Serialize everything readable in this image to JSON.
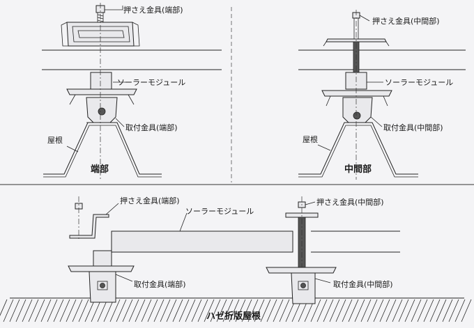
{
  "figure": {
    "top_left": {
      "clamp_label": "押さえ金具(端部)",
      "module_label": "ソーラーモジュール",
      "bracket_label": "取付金具(端部)",
      "roof_label": "屋根",
      "caption": "端部"
    },
    "top_right": {
      "clamp_label": "押さえ金具(中間部)",
      "module_label": "ソーラーモジュール",
      "bracket_label": "取付金具(中間部)",
      "roof_label": "屋根",
      "caption": "中間部"
    },
    "bottom": {
      "end_clamp_label": "押さえ金具(端部)",
      "mid_clamp_label": "押さえ金具(中間部)",
      "module_label": "ソーラーモジュール",
      "end_bracket_label": "取付金具(端部)",
      "mid_bracket_label": "取付金具(中間部)",
      "roof_label": "ハゼ折版屋根"
    }
  },
  "colors": {
    "line": "#222222",
    "background": "#f4f4f6",
    "part_fill": "#e9e9ec"
  }
}
